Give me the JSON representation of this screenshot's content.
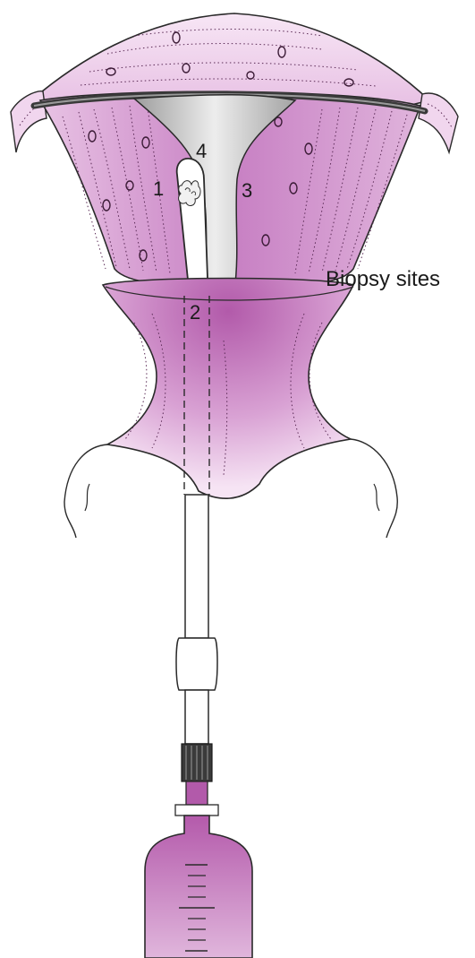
{
  "diagram": {
    "caption": "Biopsy sites",
    "site_labels": [
      "1",
      "2",
      "3",
      "4"
    ]
  },
  "colors": {
    "tissue_main": "#c77fc3",
    "tissue_light": "#f4def2",
    "tissue_dark": "#a54e9f",
    "cavity_gray": "#c9c9c9",
    "outline": "#2a2a2a"
  }
}
